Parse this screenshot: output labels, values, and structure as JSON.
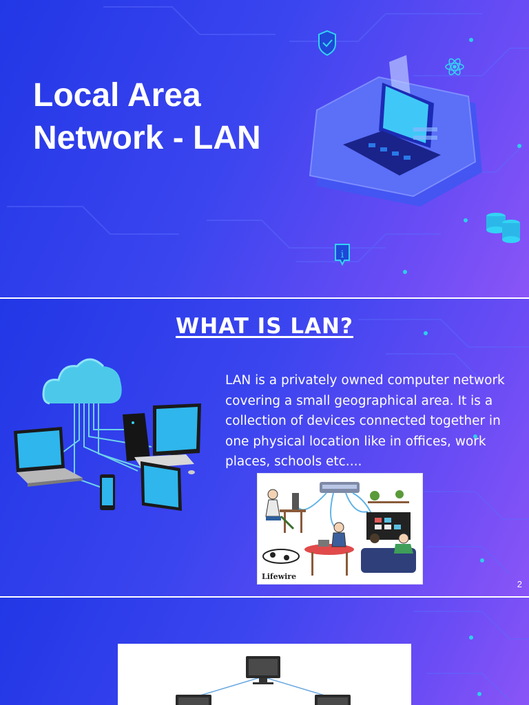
{
  "slides": [
    {
      "title_line1": "Local Area",
      "title_line2": "Network - LAN"
    },
    {
      "heading": "WHAT IS LAN?",
      "body": "LAN is a privately owned computer network covering a small geographical area. It is a collection of devices connected together in one physical location like in offices, work places, schools etc....",
      "photo_credit": "Lifewire",
      "page_number": "2"
    },
    {}
  ],
  "colors": {
    "background_start": "#2237e6",
    "background_end": "#8a55f7",
    "accent_cyan": "#36d1f5",
    "text": "#ffffff"
  },
  "icons": [
    "shield-icon",
    "atom-icon",
    "info-icon",
    "coins-icon",
    "laptop-icon",
    "cloud-icon",
    "desktop-icon",
    "phone-icon",
    "monitor-icon"
  ]
}
